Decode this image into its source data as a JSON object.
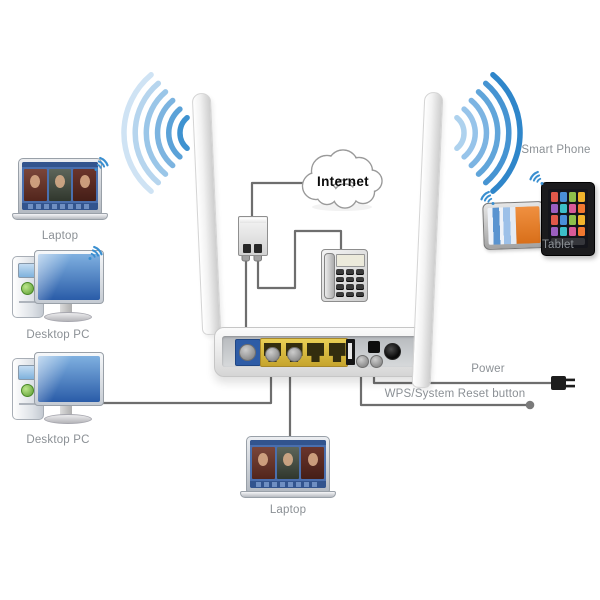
{
  "diagram": {
    "cloud": {
      "label": "Internet"
    },
    "devices": {
      "laptop_left": {
        "label": "Laptop",
        "connection": "wireless"
      },
      "desktop_upper": {
        "label": "Desktop PC",
        "connection": "wireless"
      },
      "desktop_lower": {
        "label": "Desktop PC",
        "connection": "wired"
      },
      "laptop_bottom": {
        "label": "Laptop",
        "connection": "wired"
      },
      "smart_phone": {
        "label": "Smart Phone",
        "connection": "wireless"
      },
      "tablet": {
        "label": "Tablet",
        "connection": "wireless"
      }
    },
    "callouts": {
      "power": {
        "label": "Power"
      },
      "wps": {
        "label": "WPS/System Reset button"
      }
    },
    "router": {
      "antenna_count": 2,
      "lan_port_count": 4,
      "lan_ports_connected": 2,
      "dsl_port_connected": true
    },
    "colors": {
      "cable_gray": "#6e6e6e",
      "label_gray": "#8b9095",
      "lan_panel_yellow": "#d9ba3c",
      "dsl_port_blue": "#2e5ca6",
      "wifi_wave_light": "#cfe3f4",
      "wifi_wave_dark": "#2f86ca",
      "device_wifi_icon_blue": "#3a8fd0",
      "cloud_text": "#0a0a0a"
    }
  }
}
